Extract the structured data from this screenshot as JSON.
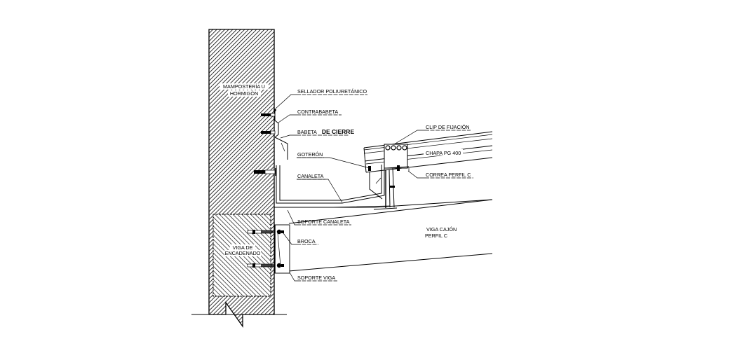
{
  "drawing": {
    "title": "Detalle canaleta en encuentro muro - cubierta",
    "labels": {
      "wall": [
        "MAMPOSTERÍA U",
        "HORMIGÓN"
      ],
      "bond_beam": [
        "VIGA DE",
        "ENCADENADO"
      ],
      "box_beam": [
        "VIGA CAJÓN",
        "PERFIL C"
      ],
      "sealant": "SELLADOR POLIURETÁNICO",
      "counter_flashing": "CONTRABABETA",
      "closing_flashing_prefix": "BABETA",
      "closing_flashing_suffix": "DE  CIERRE",
      "drip_edge": "GOTERÓN",
      "gutter": "CANALETA",
      "gutter_support": "SOPORTE CANALETA",
      "anchor": "BROCA",
      "beam_support": "SOPORTE VIGA",
      "fixing_clip": "CLIP DE FIJACIÓN",
      "sheet": "CHAPA PG 400",
      "purlin": "CORREA PERFIL C"
    }
  }
}
